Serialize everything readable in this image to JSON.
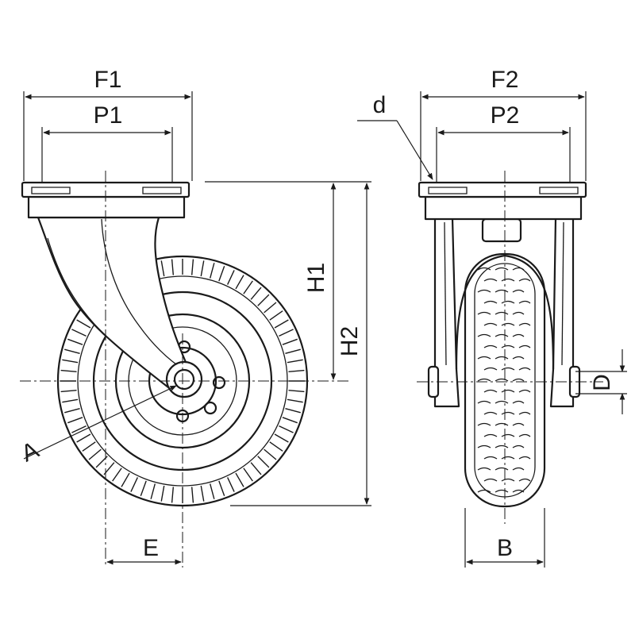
{
  "labels": {
    "F1": "F1",
    "P1": "P1",
    "F2": "F2",
    "P2": "P2",
    "d": "d",
    "H1": "H1",
    "H2": "H2",
    "D": "D",
    "A": "A",
    "E": "E",
    "B": "B"
  }
}
